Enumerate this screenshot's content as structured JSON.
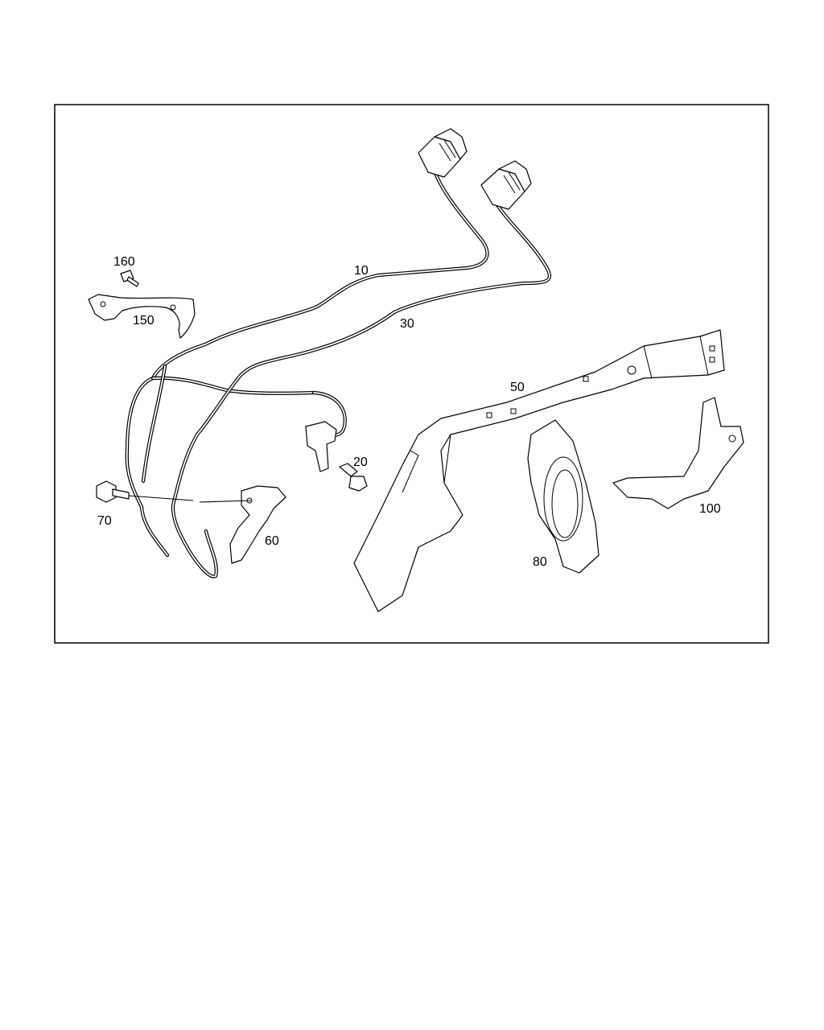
{
  "diagram": {
    "frame_color": "#000000",
    "background": "#ffffff",
    "callouts": {
      "p10": "10",
      "p20": "20",
      "p30": "30",
      "p50": "50",
      "p60": "60",
      "p70": "70",
      "p80": "80",
      "p100": "100",
      "p150": "150",
      "p160": "160"
    }
  }
}
